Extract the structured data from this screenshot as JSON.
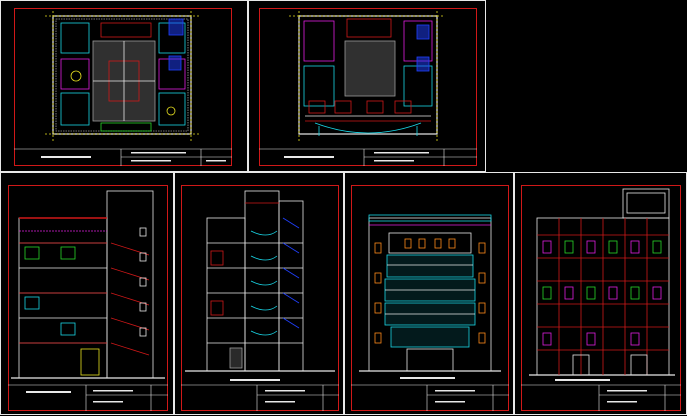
{
  "window": {
    "background": "#000000"
  },
  "colors": {
    "frame": "#d01818",
    "border": "#e8e8e8",
    "wall": "#e8e8e8",
    "cyan": "#19d6e6",
    "magenta": "#e020e0",
    "yellow": "#e8e020",
    "green": "#28d828",
    "blue": "#2040ff",
    "orange": "#ff8a1a",
    "gray": "#9a9a9a"
  },
  "sheets": [
    {
      "id": "plan-1",
      "kind": "floor-plan"
    },
    {
      "id": "plan-2",
      "kind": "floor-plan"
    },
    {
      "id": "section-1",
      "kind": "section"
    },
    {
      "id": "section-2",
      "kind": "section"
    },
    {
      "id": "elevation-front",
      "kind": "elevation"
    },
    {
      "id": "elevation-side",
      "kind": "elevation"
    }
  ]
}
